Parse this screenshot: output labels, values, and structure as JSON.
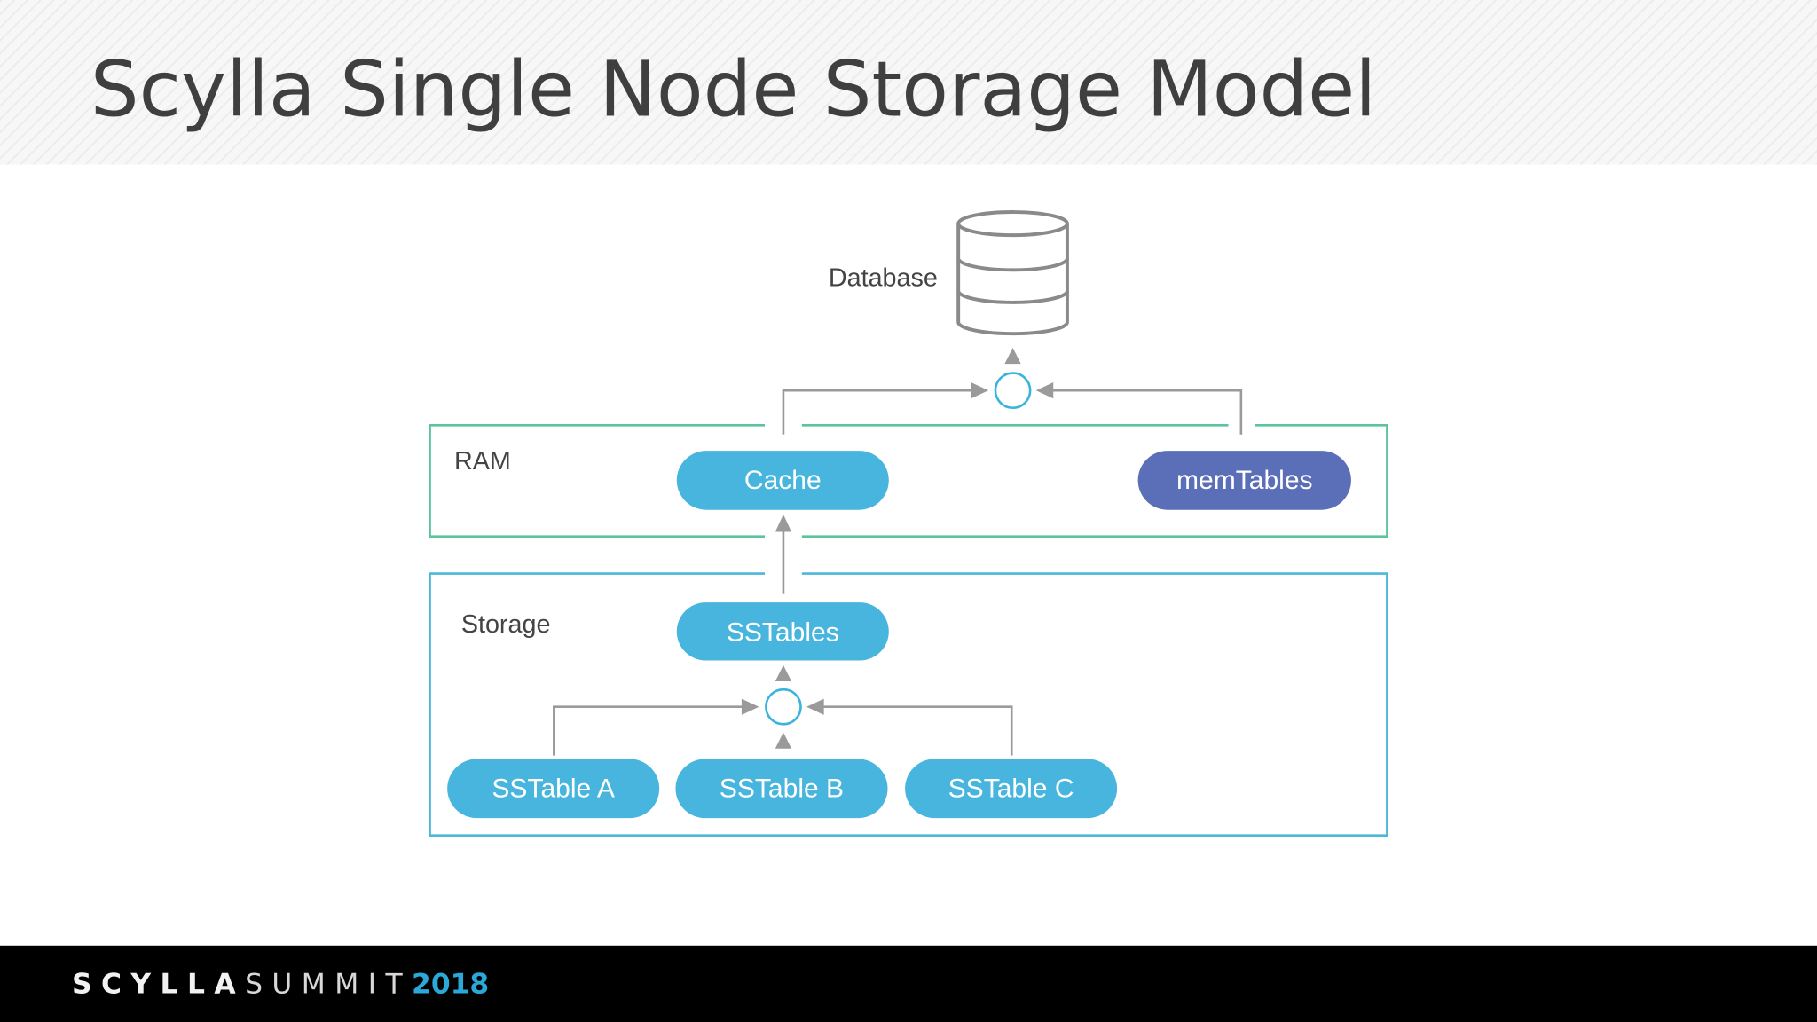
{
  "slide": {
    "title": "Scylla Single Node Storage Model"
  },
  "diagram": {
    "database_label": "Database",
    "ram_label": "RAM",
    "storage_label": "Storage",
    "nodes": {
      "cache": "Cache",
      "memtables": "memTables",
      "sstables": "SSTables",
      "sstable_a": "SSTable A",
      "sstable_b": "SSTable B",
      "sstable_c": "SSTable C"
    },
    "colors": {
      "cache_pill": "#47b5dd",
      "memtables_pill": "#5b6fb8",
      "ram_border": "#5cc49a",
      "storage_border": "#4cb8d8",
      "merge_circle": "#3ab4dc",
      "arrow": "#9a9a9a"
    }
  },
  "footer": {
    "brand_bold": "SCYLLA",
    "brand_light": "SUMMIT",
    "year": "2018",
    "year_color": "#2aa8d8"
  }
}
